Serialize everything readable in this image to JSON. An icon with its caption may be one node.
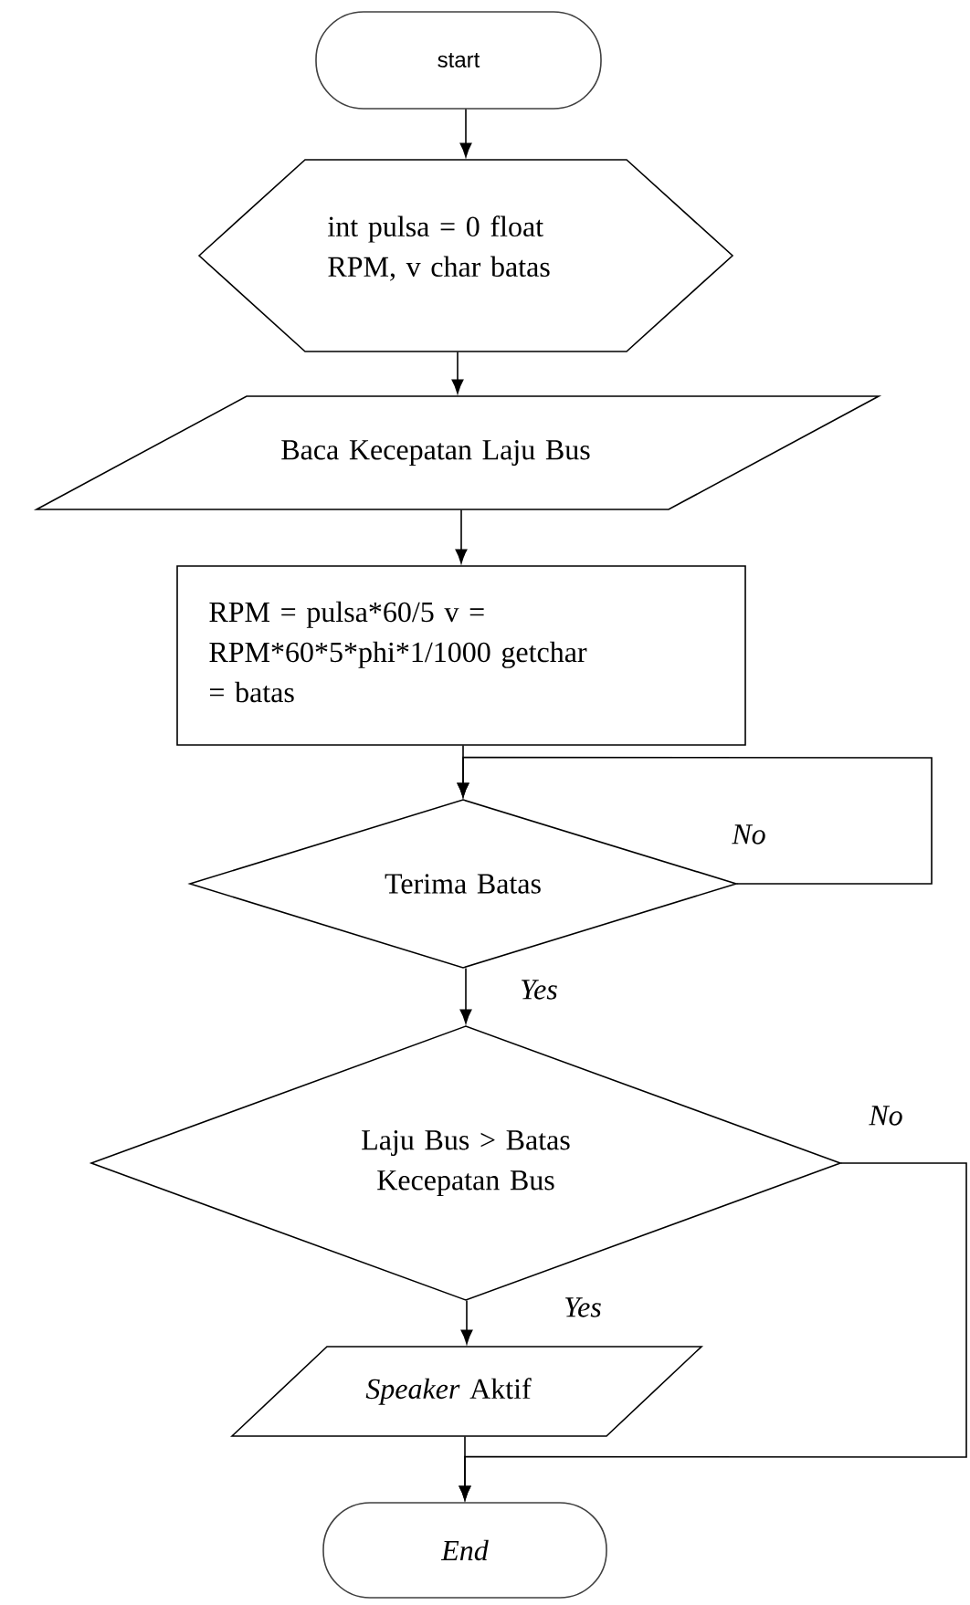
{
  "diagram": {
    "nodes": [
      {
        "text": [
          "start"
        ]
      },
      {
        "text": [
          "int pulsa = 0 float RPM, v char batas"
        ]
      },
      {
        "text": [
          "Baca Kecepatan Laju Bus"
        ]
      },
      {
        "text": [
          "RPM = pulsa*60/5 v = RPM*60*5*phi*1/1000 getchar = batas"
        ]
      },
      {
        "text": [
          "Terima Batas"
        ]
      },
      {
        "text": [
          "Laju Bus > Batas Kecepatan Bus"
        ]
      },
      {
        "text": [
          "*Speaker* Aktif"
        ]
      },
      {
        "text": [
          "End"
        ]
      }
    ],
    "edges": [
      {
        "from": 0,
        "to": 1,
        "arrow": "to"
      },
      {
        "from": 1,
        "to": 2,
        "arrow": "to"
      },
      {
        "from": 2,
        "to": 3,
        "arrow": "to"
      },
      {
        "from": 3,
        "to": 4,
        "arrow": "to"
      },
      {
        "from": 4,
        "to": 4,
        "arrow": "to",
        "label": "No"
      },
      {
        "from": 4,
        "to": 5,
        "arrow": "to",
        "label": "Yes"
      },
      {
        "from": 5,
        "to": 6,
        "arrow": "to",
        "label": "Yes"
      },
      {
        "from": 5,
        "to": 7,
        "arrow": "to",
        "label": "No"
      },
      {
        "from": 6,
        "to": 7,
        "arrow": "to"
      }
    ]
  }
}
